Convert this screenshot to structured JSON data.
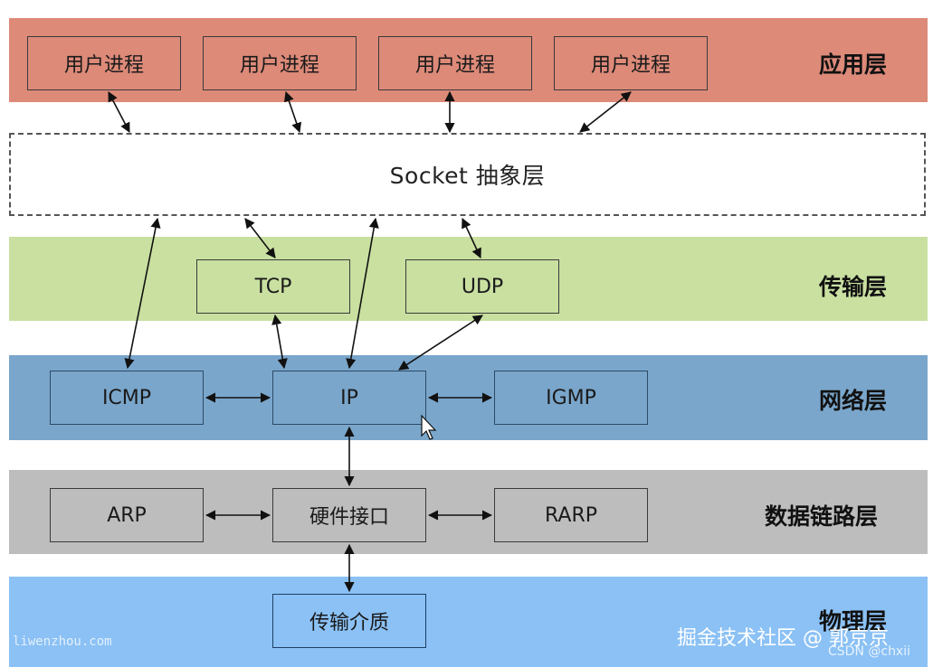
{
  "layers": {
    "application": "应用层",
    "transport": "传输层",
    "network": "网络层",
    "datalink": "数据链路层",
    "physical": "物理层"
  },
  "socket_label": "Socket 抽象层",
  "app_boxes": [
    "用户进程",
    "用户进程",
    "用户进程",
    "用户进程"
  ],
  "transport_boxes": {
    "tcp": "TCP",
    "udp": "UDP"
  },
  "network_boxes": {
    "icmp": "ICMP",
    "ip": "IP",
    "igmp": "IGMP"
  },
  "datalink_boxes": {
    "arp": "ARP",
    "hw": "硬件接口",
    "rarp": "RARP"
  },
  "physical_boxes": {
    "medium": "传输介质"
  },
  "watermarks": {
    "left": "liwenzhou.com",
    "right": "掘金技术社区 @ 郭京京",
    "csdn": "CSDN @chxii"
  },
  "colors": {
    "application": "#dd8a79",
    "transport": "#c9e0a1",
    "network": "#7aa6cb",
    "datalink": "#bdbdbd",
    "physical": "#8bc1f5"
  }
}
